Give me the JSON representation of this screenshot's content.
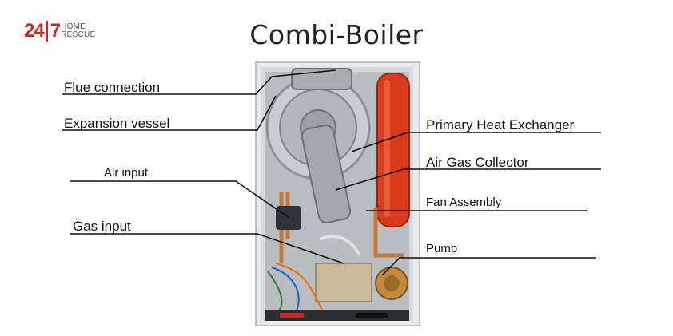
{
  "logo": {
    "number_left": "24",
    "number_right": "7",
    "word_top": "HOME",
    "word_bottom": "RESCUE"
  },
  "title": "Combi-Boiler",
  "labels": {
    "flue_connection": "Flue connection",
    "expansion_vessel": "Expansion vessel",
    "air_input": "Air input",
    "gas_input": "Gas input",
    "primary_heat_exchanger": "Primary Heat Exchanger",
    "air_gas_collector": "Air Gas Collector",
    "fan_assembly": "Fan Assembly",
    "pump": "Pump"
  }
}
